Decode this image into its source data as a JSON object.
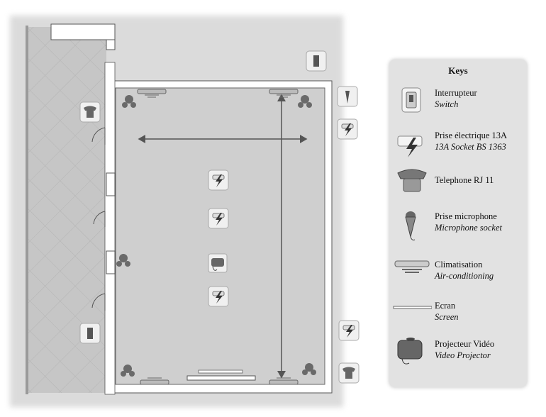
{
  "legend": {
    "title": "Keys",
    "items": [
      {
        "icon": "switch-icon",
        "fr": "Interrupteur",
        "en": "Switch"
      },
      {
        "icon": "power-socket-icon",
        "fr": "Prise électrique 13A",
        "en": "13A Socket BS 1363"
      },
      {
        "icon": "telephone-icon",
        "fr": "Telephone RJ 11",
        "en": ""
      },
      {
        "icon": "microphone-icon",
        "fr": "Prise microphone",
        "en": "Microphone socket"
      },
      {
        "icon": "air-conditioning-icon",
        "fr": "Climatisation",
        "en": "Air-conditioning"
      },
      {
        "icon": "screen-icon",
        "fr": "Ecran",
        "en": "Screen"
      },
      {
        "icon": "video-projector-icon",
        "fr": "Projecteur Vidéo",
        "en": "Video Projector"
      }
    ]
  },
  "colors": {
    "floor": "#cfcfcf",
    "corridor": "#c4c4c4",
    "wall": "#ffffff",
    "wall_outline": "#555555",
    "legend_bg": "#e2e2e2",
    "icon_tile": "#f0f0f0"
  }
}
